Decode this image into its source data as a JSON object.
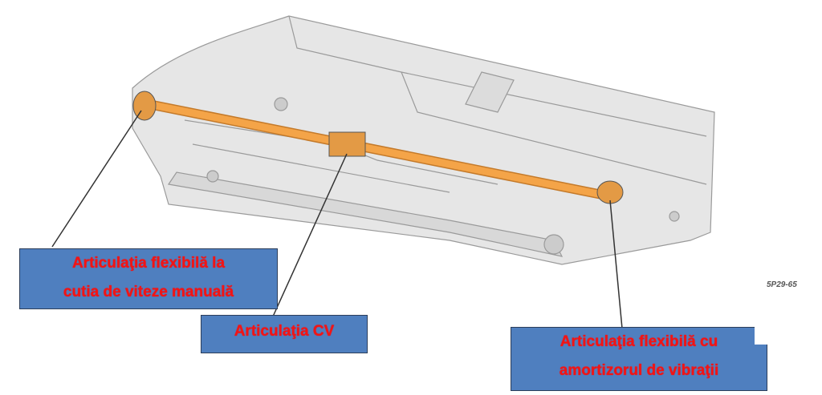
{
  "labels": {
    "gearbox_joint": [
      "Articulaţia flexibilă la",
      "cutia de viteze manuală"
    ],
    "cv_joint": "Articulaţia CV",
    "damper_joint": [
      "Articulaţia flexibilă cu",
      "amortizorul de vibraţii"
    ]
  },
  "figure_code": "5P29-65",
  "colors": {
    "box": "#4f7fbf",
    "label_text": "#f21414",
    "shaft": "#f4a448"
  }
}
